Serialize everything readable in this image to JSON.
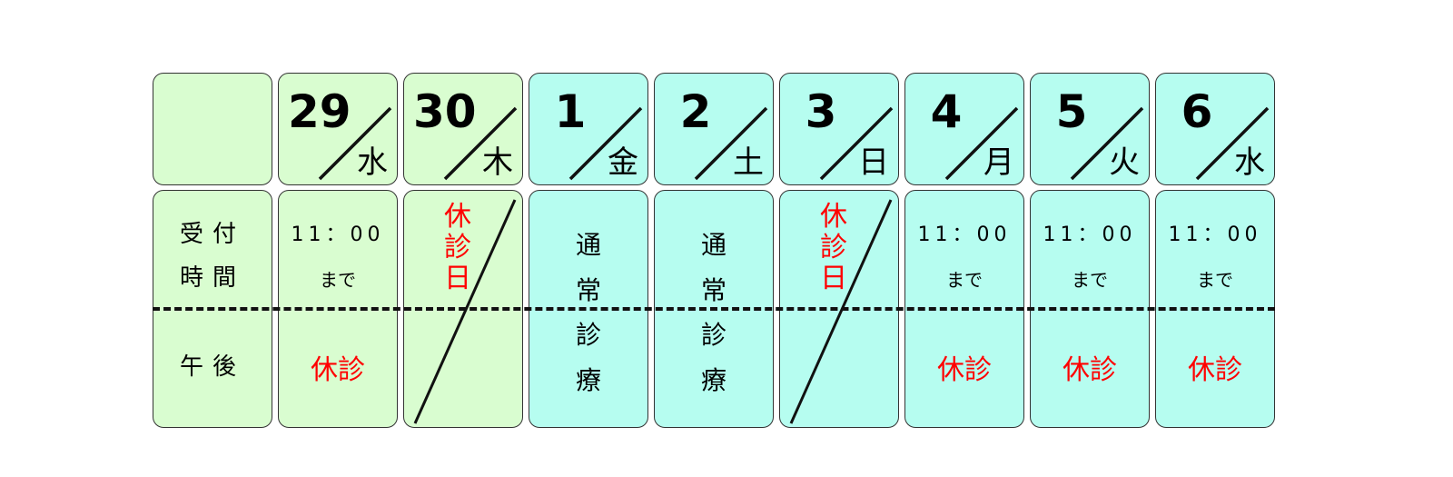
{
  "row_labels": {
    "reception": "受付\n時間",
    "afternoon": "午後"
  },
  "days": [
    {
      "date": "29",
      "weekday": "水",
      "theme": "green",
      "status": "half",
      "reception_time": "11：00",
      "reception_until": "まで",
      "afternoon": "休診"
    },
    {
      "date": "30",
      "weekday": "木",
      "theme": "green",
      "status": "closed",
      "closed_label": "休\n診\n日"
    },
    {
      "date": "1",
      "weekday": "金",
      "theme": "cyan",
      "status": "normal",
      "normal_top": "通\n常",
      "normal_bottom": "診\n療"
    },
    {
      "date": "2",
      "weekday": "土",
      "theme": "cyan",
      "status": "normal",
      "normal_top": "通\n常",
      "normal_bottom": "診\n療"
    },
    {
      "date": "3",
      "weekday": "日",
      "theme": "cyan",
      "status": "closed",
      "closed_label": "休\n診\n日"
    },
    {
      "date": "4",
      "weekday": "月",
      "theme": "cyan",
      "status": "half",
      "reception_time": "11：00",
      "reception_until": "まで",
      "afternoon": "休診"
    },
    {
      "date": "5",
      "weekday": "火",
      "theme": "cyan",
      "status": "half",
      "reception_time": "11：00",
      "reception_until": "まで",
      "afternoon": "休診"
    },
    {
      "date": "6",
      "weekday": "水",
      "theme": "cyan",
      "status": "half",
      "reception_time": "11：00",
      "reception_until": "まで",
      "afternoon": "休診"
    }
  ],
  "colors": {
    "weekday_fill": "#d9fdd0",
    "holiday_fill": "#b6fdf0",
    "closed_text": "#ff0000",
    "border": "#333333",
    "divider": "#111111"
  }
}
